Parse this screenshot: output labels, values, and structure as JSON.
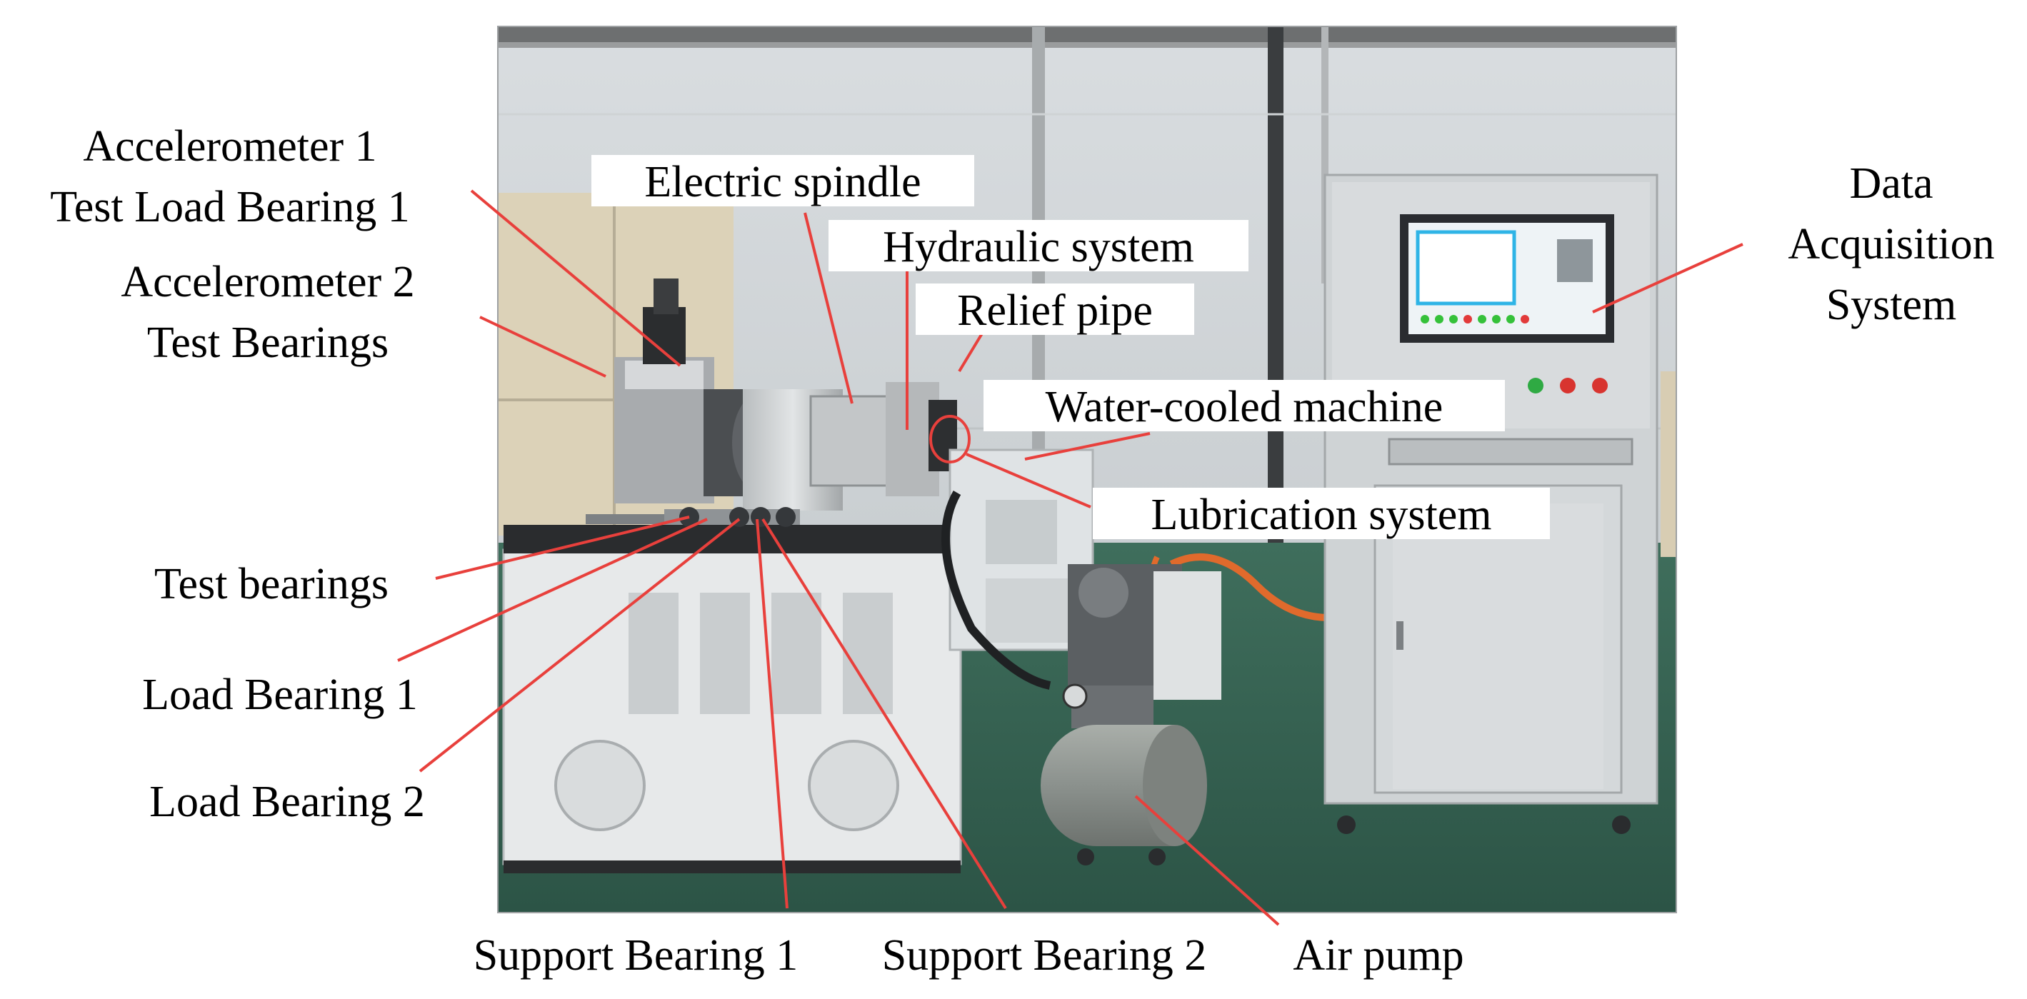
{
  "labels": {
    "accelerometer_1": "Accelerometer 1",
    "test_load_bearing_1": "Test Load Bearing 1",
    "accelerometer_2": "Accelerometer 2",
    "test_bearings_upper": "Test Bearings",
    "electric_spindle": "Electric spindle",
    "hydraulic_system": "Hydraulic system",
    "relief_pipe": "Relief pipe",
    "water_cooled_machine": "Water-cooled machine",
    "lubrication_system": "Lubrication system",
    "data_acquisition_line1": "Data",
    "data_acquisition_line2": "Acquisition",
    "data_acquisition_line3": "System",
    "test_bearings_lower": "Test bearings",
    "load_bearing_1": "Load Bearing 1",
    "load_bearing_2": "Load Bearing 2",
    "support_bearing_1": "Support Bearing 1",
    "support_bearing_2": "Support Bearing 2",
    "air_pump": "Air pump"
  },
  "colors": {
    "leader_line": "#e8403c",
    "label_box": "#ffffff",
    "text": "#000000"
  }
}
